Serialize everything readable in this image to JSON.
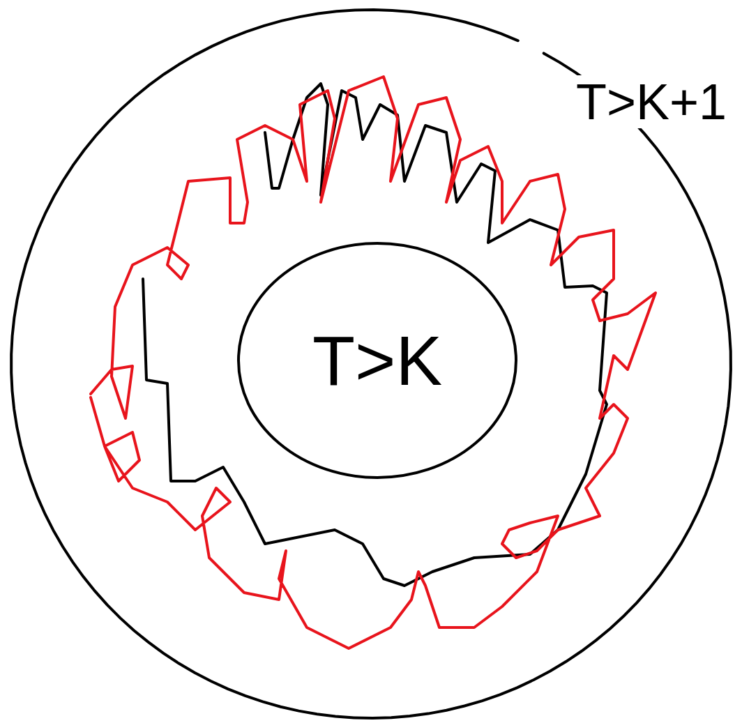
{
  "diagram": {
    "nodes": [
      {
        "text": [
          "T>K+1"
        ]
      },
      {
        "text": [
          "T>K"
        ],
        "in": 0
      }
    ]
  }
}
